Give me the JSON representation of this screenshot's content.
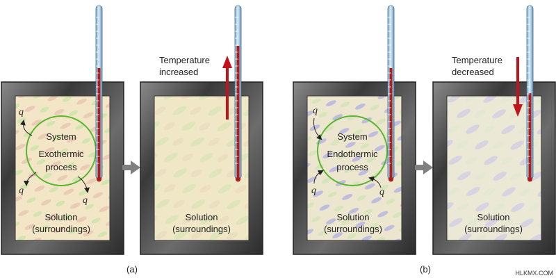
{
  "panel_a": {
    "label": "(a)",
    "system_label": "System",
    "process_label": "Exothermic",
    "process_label2": "process",
    "q": "q",
    "solution_label": "Solution",
    "surroundings_label": "(surroundings)",
    "result_line1": "Temperature",
    "result_line2": "increased"
  },
  "panel_b": {
    "label": "(b)",
    "system_label": "System",
    "process_label": "Endothermic",
    "process_label2": "process",
    "q": "q",
    "solution_label": "Solution",
    "surroundings_label": "(surroundings)",
    "result_line1": "Temperature",
    "result_line2": "decreased"
  },
  "watermark": "HLKMX.COM",
  "colors": {
    "frame": "#4a4a4a",
    "solution_warm": "#f2e6c4",
    "solution_cool": "#ece8d8",
    "mercury": "#b01c1c",
    "arrow_red": "#c0141a",
    "circle": "#5ab532",
    "transfer_arrow": "#808080"
  }
}
